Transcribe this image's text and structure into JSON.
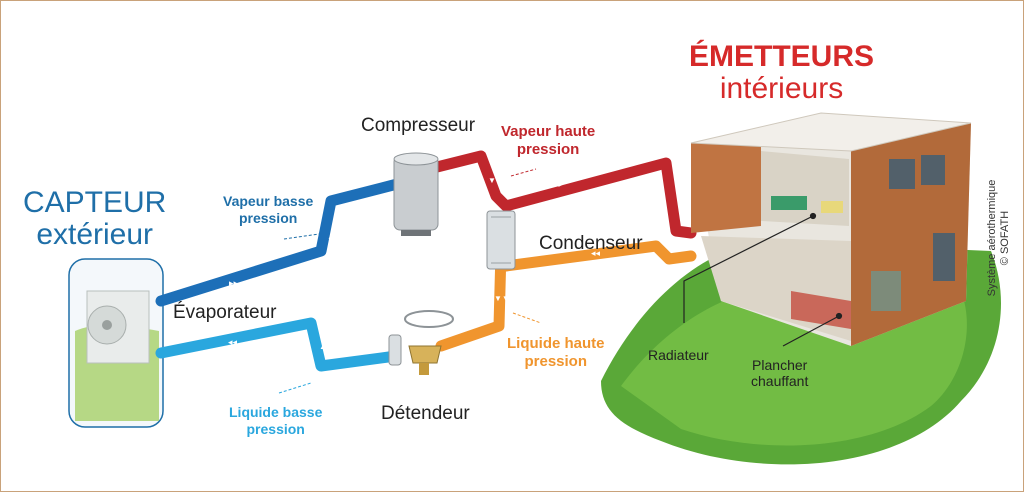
{
  "title_left": {
    "line1": "CAPTEUR",
    "line2": "extérieur"
  },
  "title_right": {
    "line1": "ÉMETTEURS",
    "line2": "intérieurs"
  },
  "components": {
    "compresseur": "Compresseur",
    "condenseur": "Condenseur",
    "evaporateur": "Évaporateur",
    "detendeur": "Détendeur"
  },
  "fluid_states": {
    "vapeur_basse": {
      "line1": "Vapeur basse",
      "line2": "pression"
    },
    "vapeur_haute": {
      "line1": "Vapeur haute",
      "line2": "pression"
    },
    "liquide_haute": {
      "line1": "Liquide haute",
      "line2": "pression"
    },
    "liquide_basse": {
      "line1": "Liquide basse",
      "line2": "pression"
    }
  },
  "emitters": {
    "radiateur": "Radiateur",
    "plancher": {
      "line1": "Plancher",
      "line2": "chauffant"
    }
  },
  "credit": {
    "line1": "Système aérothermique",
    "line2": "© SOFATH"
  },
  "colors": {
    "low_pressure_vapour": "#1d6fb8",
    "low_pressure_liquid": "#2aa7de",
    "high_pressure_vapour": "#c0272d",
    "high_pressure_liquid": "#f0952e",
    "title_left": "#1f6fa8",
    "title_right": "#d62a2a"
  }
}
